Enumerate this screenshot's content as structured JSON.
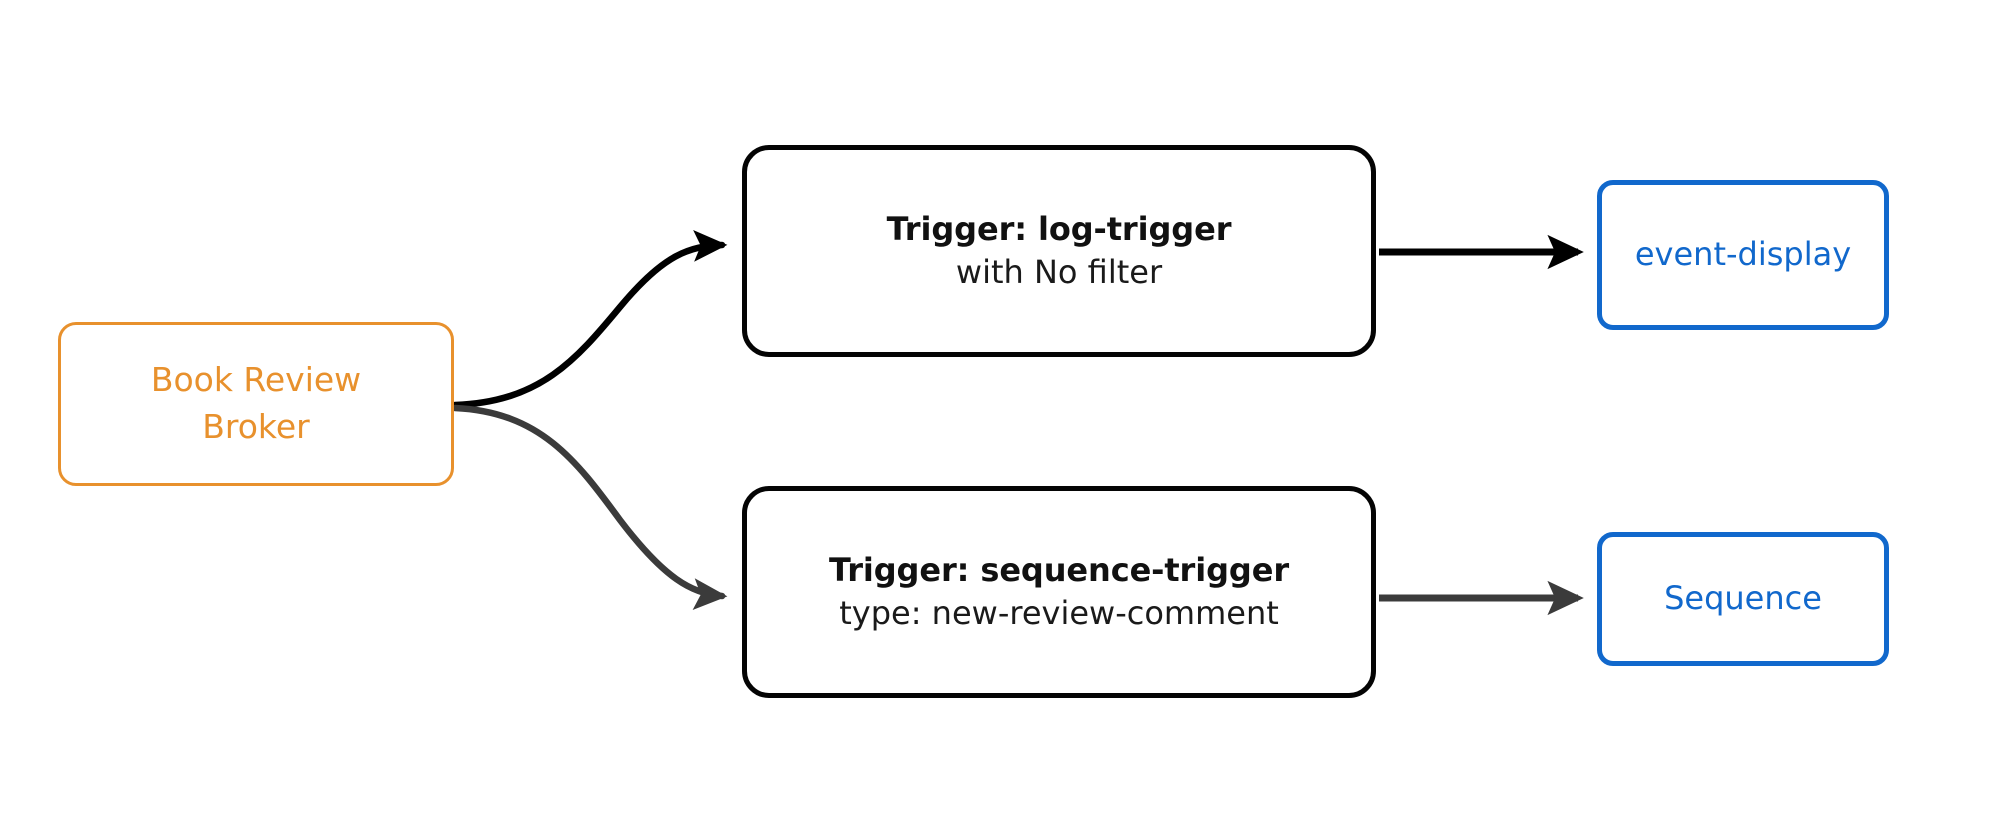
{
  "diagram": {
    "type": "flowchart",
    "direction": "left-to-right",
    "background_color": "#ffffff",
    "colors": {
      "broker_accent": "#E8912D",
      "trigger_accent": "#040404",
      "endpoint_accent": "#1168CC",
      "edge_primary": "#000000",
      "edge_secondary": "#3B3B3B"
    },
    "nodes": {
      "broker": {
        "id": "book-review-broker",
        "line1": "Book Review",
        "line2": "Broker",
        "shape": "rounded-rect",
        "border_color": "#E8912D",
        "text_color": "#E8912D"
      },
      "trigger_log": {
        "id": "log-trigger",
        "title": "Trigger: log-trigger",
        "subtitle": "with No filter",
        "shape": "rounded-rect",
        "border_color": "#040404",
        "text_color": "#111111"
      },
      "trigger_sequence": {
        "id": "sequence-trigger",
        "title": "Trigger: sequence-trigger",
        "subtitle": "type: new-review-comment",
        "shape": "rounded-rect",
        "border_color": "#040404",
        "text_color": "#111111"
      },
      "endpoint_event_display": {
        "id": "event-display",
        "label": "event-display",
        "shape": "rounded-rect",
        "border_color": "#1168CC",
        "text_color": "#1168CC"
      },
      "endpoint_sequence": {
        "id": "sequence",
        "label": "Sequence",
        "shape": "rounded-rect",
        "border_color": "#1168CC",
        "text_color": "#1168CC"
      }
    },
    "edges": [
      {
        "id": "broker-to-log-trigger",
        "from": "book-review-broker",
        "to": "log-trigger",
        "label": "",
        "style": "curved",
        "color": "#000000",
        "arrowhead": "filled-triangle"
      },
      {
        "id": "broker-to-sequence-trigger",
        "from": "book-review-broker",
        "to": "sequence-trigger",
        "label": "",
        "style": "curved",
        "color": "#3B3B3B",
        "arrowhead": "filled-triangle"
      },
      {
        "id": "log-trigger-to-event-display",
        "from": "log-trigger",
        "to": "event-display",
        "label": "",
        "style": "straight",
        "color": "#000000",
        "arrowhead": "filled-triangle"
      },
      {
        "id": "sequence-trigger-to-sequence",
        "from": "sequence-trigger",
        "to": "sequence",
        "label": "",
        "style": "straight",
        "color": "#3B3B3B",
        "arrowhead": "filled-triangle"
      }
    ]
  }
}
